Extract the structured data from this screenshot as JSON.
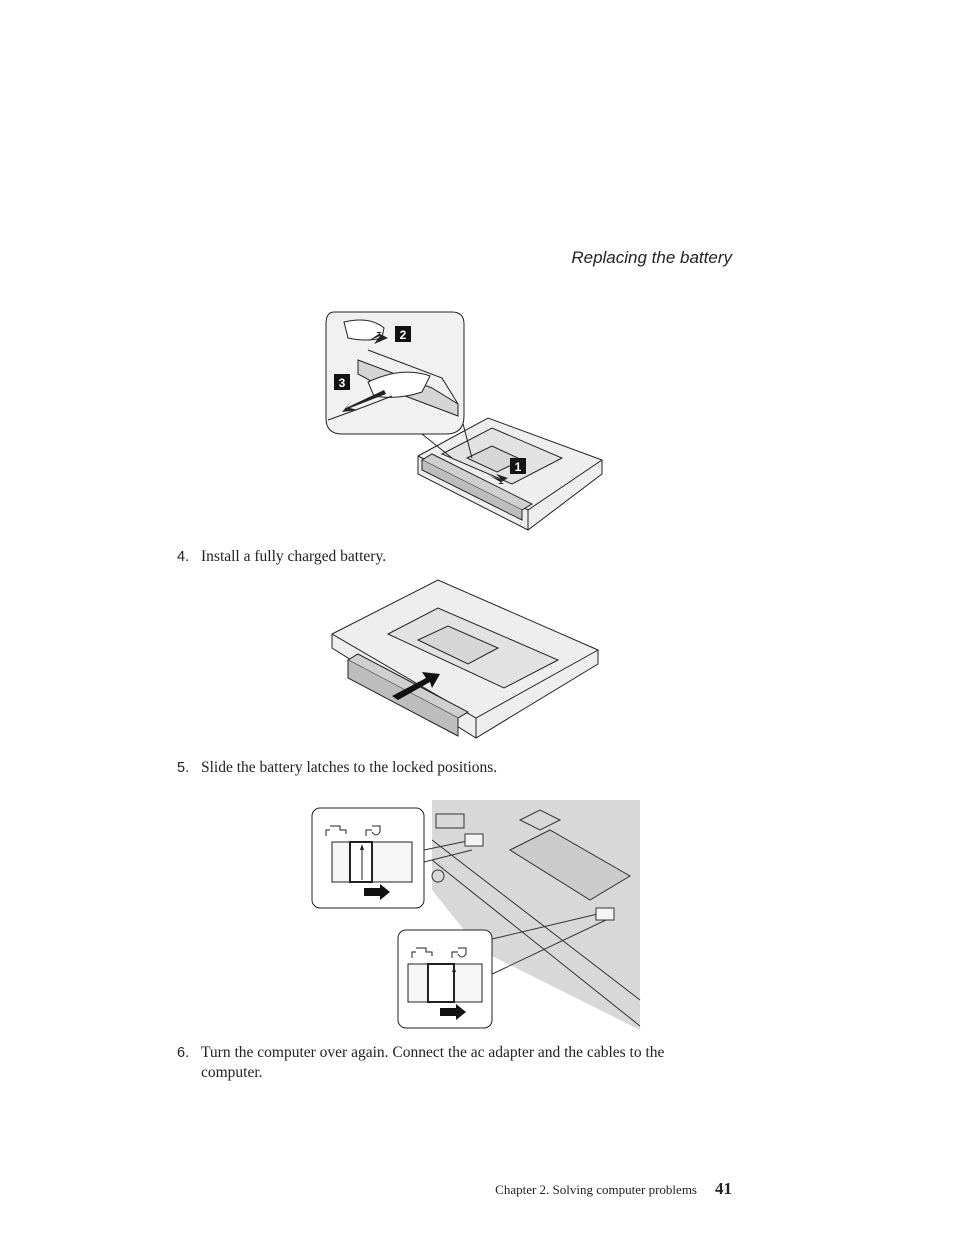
{
  "header": {
    "running_title": "Replacing the battery"
  },
  "figures": {
    "remove": {
      "callouts": [
        "1",
        "2",
        "3"
      ]
    },
    "latch_top": {
      "label": "latch-detail-top"
    },
    "latch_bottom": {
      "label": "latch-detail-bottom"
    }
  },
  "steps": [
    {
      "num": "4.",
      "text": "Install a fully charged battery."
    },
    {
      "num": "5.",
      "text": "Slide the battery latches to the locked positions."
    },
    {
      "num": "6.",
      "text": "Turn the computer over again. Connect the ac adapter and the cables to the computer."
    }
  ],
  "footer": {
    "chapter": "Chapter 2. Solving computer problems",
    "page": "41"
  }
}
